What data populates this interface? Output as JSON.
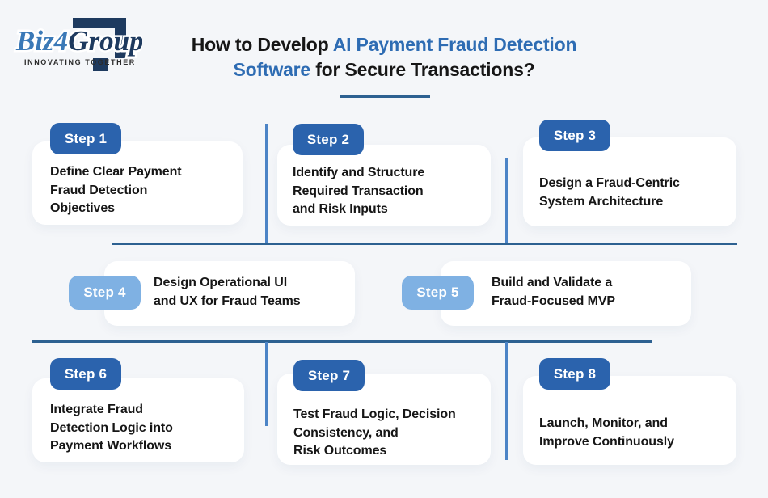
{
  "colors": {
    "page_bg": "#f4f6f9",
    "card_bg": "#ffffff",
    "text_dark": "#161616",
    "badge_dark": "#2b63ad",
    "badge_light": "#7fb1e3",
    "badge_text": "#ffffff",
    "line_horizontal": "#2d6191",
    "line_vertical": "#4c84c6",
    "title_text": "#161616",
    "title_highlight": "#2e6cb3",
    "logo_blue": "#3b79b7",
    "logo_navy": "#1e3a5f",
    "tagline_color": "#2b2b2b"
  },
  "logo": {
    "brand_prefix": "Biz",
    "brand_digit": "4",
    "brand_suffix": "Group",
    "tagline": "INNOVATING TOGETHER"
  },
  "title": {
    "prefix": "How to Develop ",
    "highlight": "AI Payment Fraud Detection Software",
    "suffix": " for Secure Transactions?"
  },
  "steps": [
    {
      "badge": "Step 1",
      "text": "Define Clear Payment\nFraud Detection\nObjectives"
    },
    {
      "badge": "Step 2",
      "text": "Identify and Structure\nRequired Transaction\nand Risk Inputs"
    },
    {
      "badge": "Step 3",
      "text": "Design a Fraud-Centric\nSystem Architecture"
    },
    {
      "badge": "Step 4",
      "text": "Design Operational UI\nand UX for Fraud Teams"
    },
    {
      "badge": "Step 5",
      "text": "Build and Validate a\nFraud-Focused MVP"
    },
    {
      "badge": "Step 6",
      "text": "Integrate Fraud\nDetection Logic into\nPayment Workflows"
    },
    {
      "badge": "Step 7",
      "text": "Test Fraud Logic, Decision\nConsistency, and\nRisk Outcomes"
    },
    {
      "badge": "Step 8",
      "text": "Launch, Monitor, and\nImprove Continuously"
    }
  ]
}
